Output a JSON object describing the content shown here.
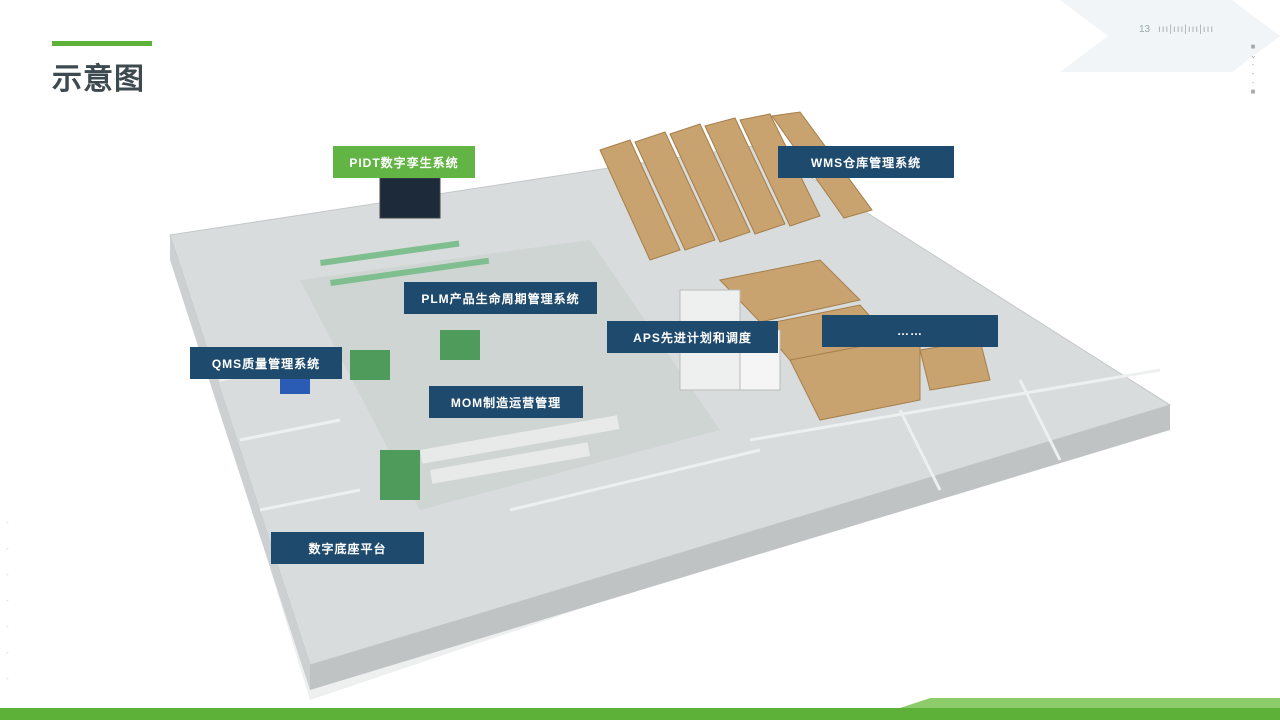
{
  "header": {
    "title": "示意图",
    "page_number": "13",
    "ruler": "ııı|ııı|ııı|ııı"
  },
  "labels": {
    "pidt": "PIDT数字孪生系统",
    "wms": "WMS仓库管理系统",
    "plm": "PLM产品生命周期管理系统",
    "aps": "APS先进计划和调度",
    "more": "……",
    "qms": "QMS质量管理系统",
    "mom": "MOM制造运营管理",
    "platform": "数字底座平台"
  },
  "colors": {
    "accent": "#5db138",
    "label_navy": "#1e4a6d",
    "label_green": "#62b445"
  }
}
